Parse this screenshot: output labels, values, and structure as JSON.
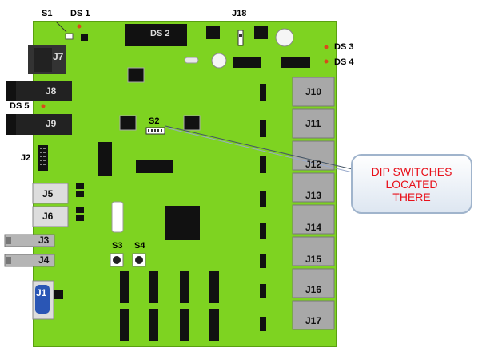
{
  "labels": {
    "s1": "S1",
    "ds1": "DS 1",
    "j18": "J18",
    "ds2": "DS 2",
    "ds3": "DS 3",
    "ds4": "DS 4",
    "ds5": "DS 5",
    "j7": "J7",
    "j8": "J8",
    "j9": "J9",
    "j2": "J2",
    "j5": "J5",
    "j6": "J6",
    "j3": "J3",
    "j4": "J4",
    "j1": "J1",
    "s2": "S2",
    "s3": "S3",
    "s4": "S4",
    "j10": "J10",
    "j11": "J11",
    "j12": "J12",
    "j13": "J13",
    "j14": "J14",
    "j15": "J15",
    "j16": "J16",
    "j17": "J17"
  },
  "callout": {
    "line1": "DIP SWITCHES",
    "line2": "LOCATED",
    "line3": "THERE"
  },
  "colors": {
    "board": "#7ed321",
    "callout_text": "#e8101a",
    "led_dot": "#d94a1a",
    "connector": "#9a9a9a"
  }
}
